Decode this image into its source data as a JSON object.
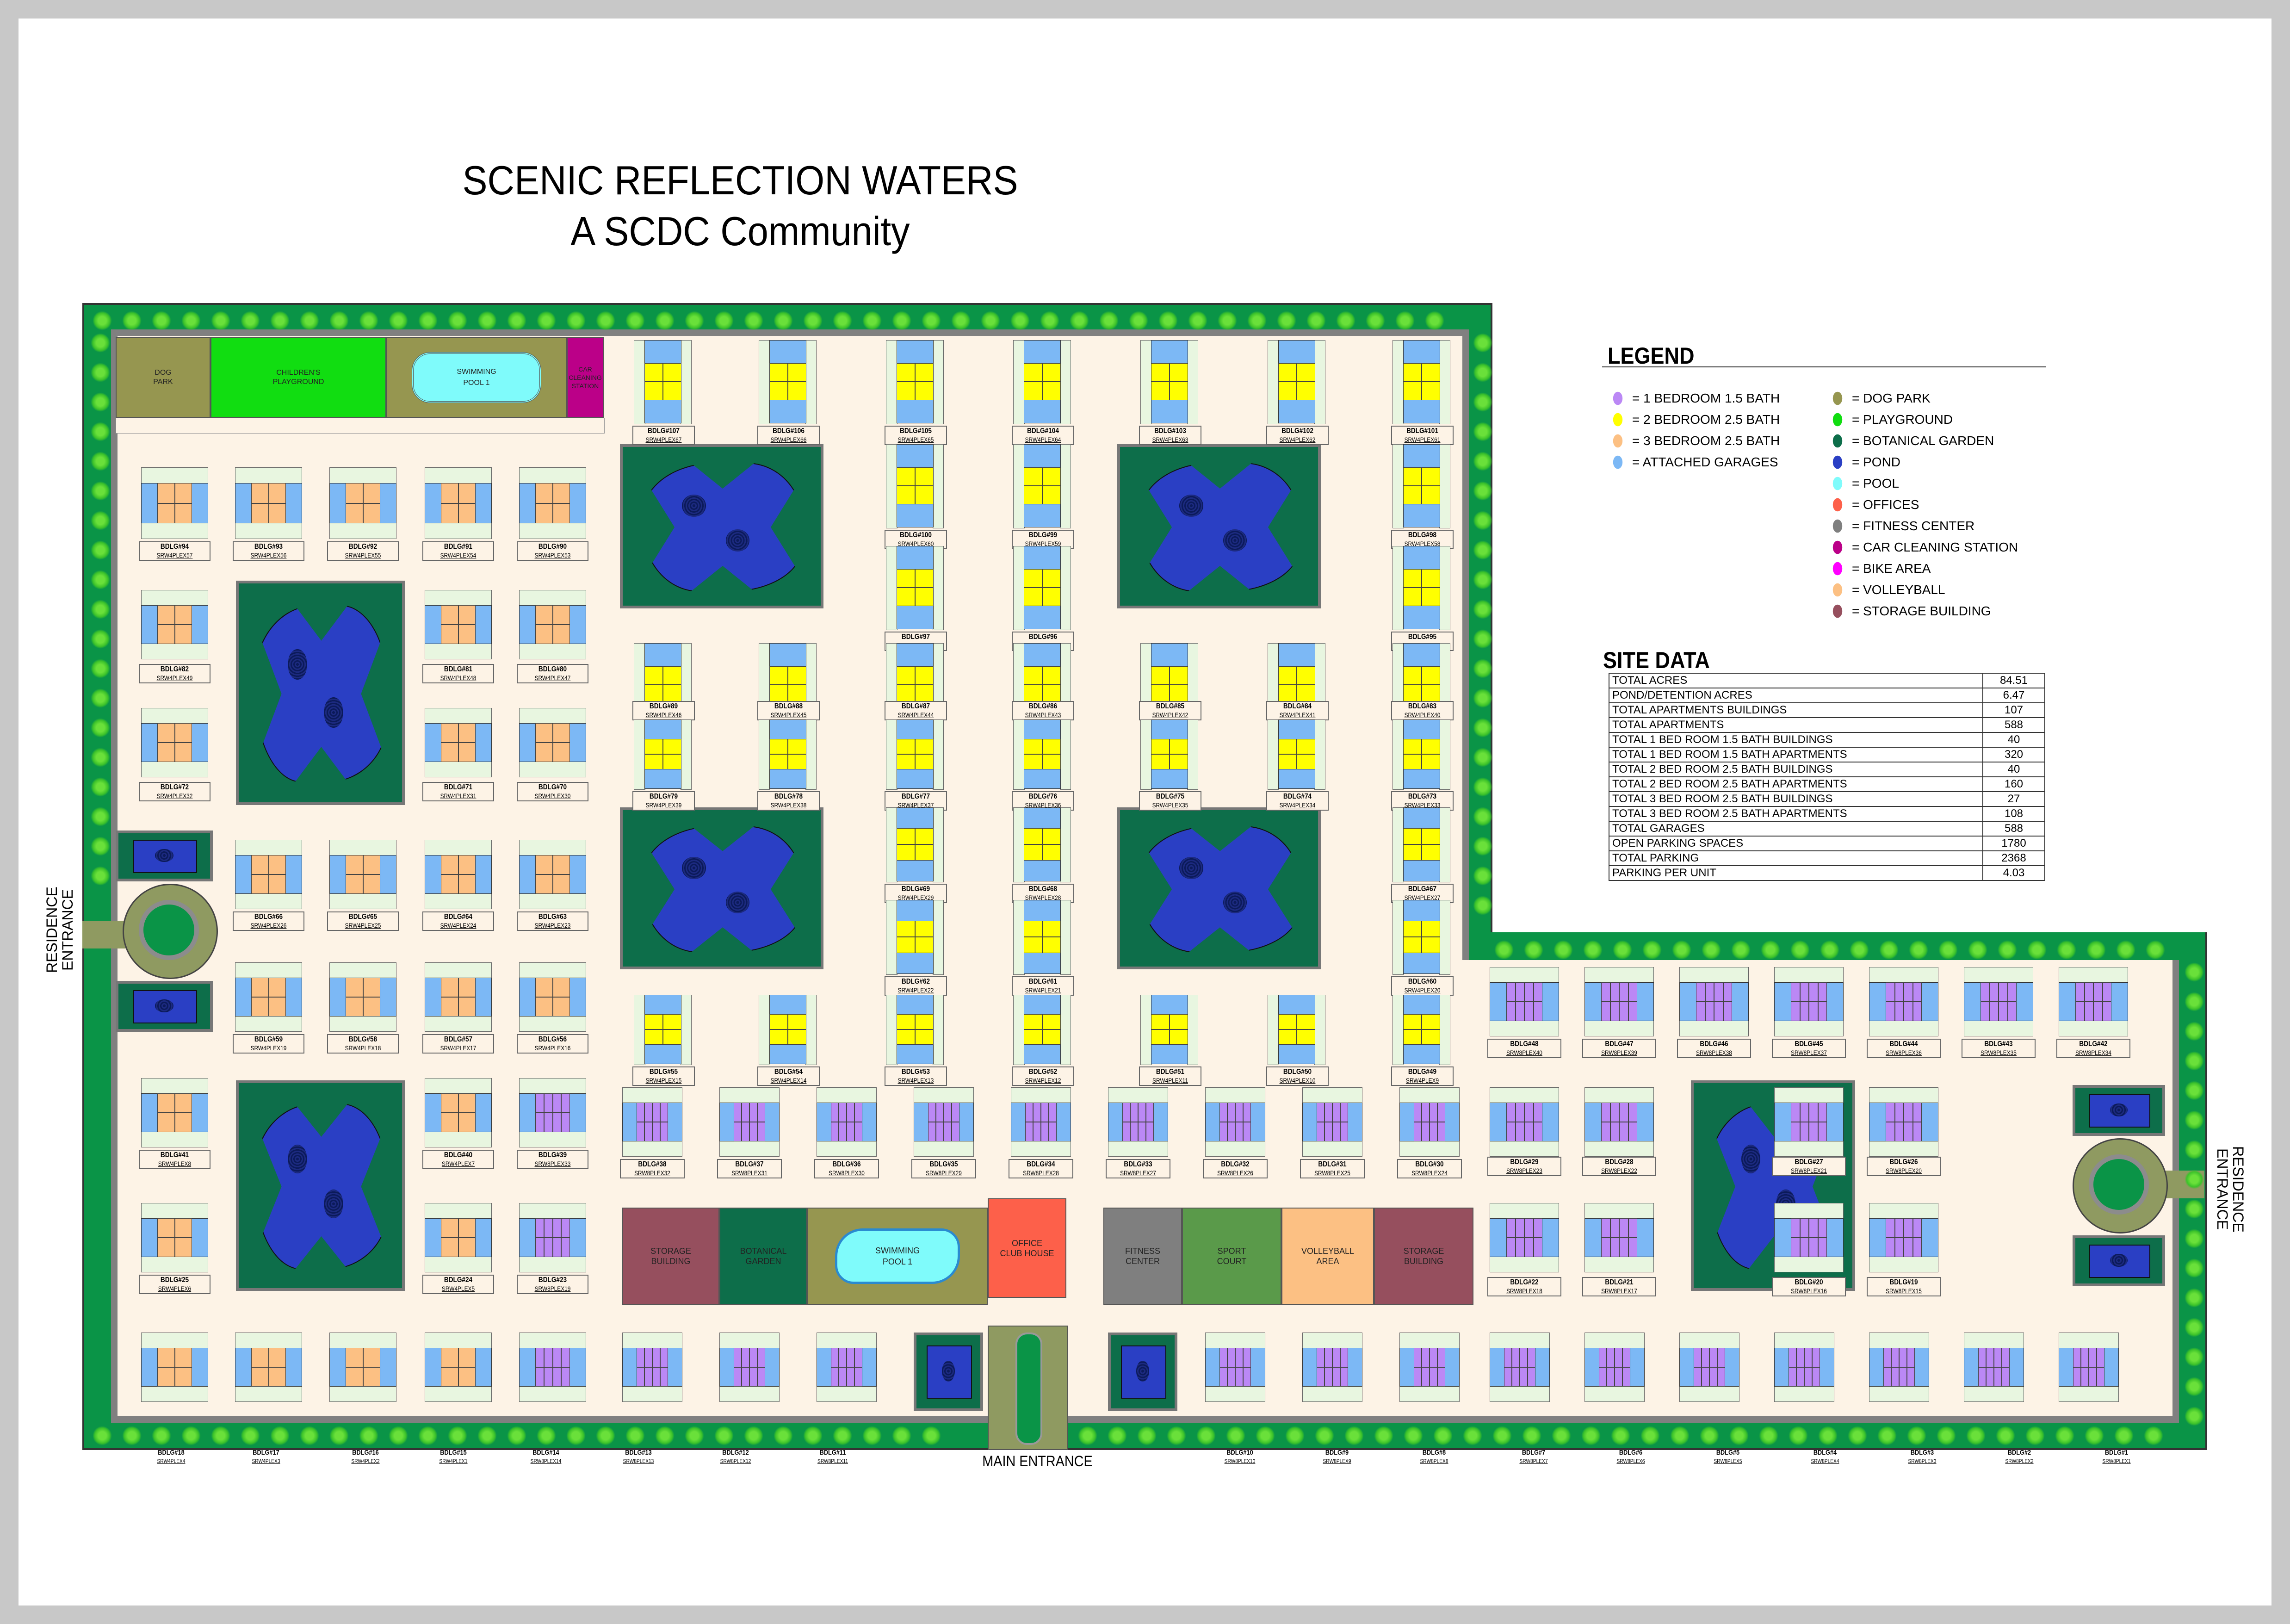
{
  "title": "SCENIC REFLECTION WATERS",
  "subtitle": "A SCDC Community",
  "colors": {
    "one_bed": "#bb88f5",
    "two_bed": "#ffff00",
    "three_bed": "#fcc083",
    "garage": "#7cb8f5",
    "dog_park": "#969650",
    "playground": "#11dd11",
    "botanical_garden": "#0d6e4a",
    "pond": "#2a3fc4",
    "pool": "#7ffbfb",
    "offices": "#fd604a",
    "fitness_center": "#7f7f7f",
    "car_cleaning": "#bb0088",
    "bike_area": "#ff00ff",
    "volleyball": "#fcc083",
    "storage_building": "#964f5e",
    "site_green": "#0a9447",
    "road": "#808080",
    "paving": "#fdf3e6",
    "entrance_drive": "#8f9a61"
  },
  "legend": {
    "title": "LEGEND",
    "left": [
      {
        "label": "= 1 BEDROOM 1.5 BATH",
        "color": "#bb88f5"
      },
      {
        "label": "= 2 BEDROOM 2.5 BATH",
        "color": "#ffff00"
      },
      {
        "label": "= 3 BEDROOM 2.5 BATH",
        "color": "#fcc083"
      },
      {
        "label": "= ATTACHED GARAGES",
        "color": "#7cb8f5"
      }
    ],
    "right": [
      {
        "label": "= DOG PARK",
        "color": "#969650"
      },
      {
        "label": "= PLAYGROUND",
        "color": "#11dd11"
      },
      {
        "label": "= BOTANICAL GARDEN",
        "color": "#0d6e4a"
      },
      {
        "label": "= POND",
        "color": "#2a3fc4"
      },
      {
        "label": "= POOL",
        "color": "#7ffbfb"
      },
      {
        "label": "= OFFICES",
        "color": "#fd604a"
      },
      {
        "label": "= FITNESS CENTER",
        "color": "#7f7f7f"
      },
      {
        "label": "= CAR CLEANING STATION",
        "color": "#bb0088"
      },
      {
        "label": "= BIKE AREA",
        "color": "#ff00ff"
      },
      {
        "label": "= VOLLEYBALL",
        "color": "#fcc083"
      },
      {
        "label": "= STORAGE BUILDING",
        "color": "#964f5e"
      }
    ]
  },
  "site_data": {
    "title": "SITE DATA",
    "rows": [
      {
        "label": "TOTAL ACRES",
        "value": "84.51"
      },
      {
        "label": "POND/DETENTION ACRES",
        "value": "6.47"
      },
      {
        "label": "TOTAL APARTMENTS BUILDINGS",
        "value": "107"
      },
      {
        "label": "TOTAL APARTMENTS",
        "value": "588"
      },
      {
        "label": "TOTAL 1 BED ROOM 1.5 BATH BUILDINGS",
        "value": "40"
      },
      {
        "label": "TOTAL 1 BED ROOM 1.5 BATH APARTMENTS",
        "value": "320"
      },
      {
        "label": "TOTAL 2 BED ROOM 2.5 BATH BUILDINGS",
        "value": "40"
      },
      {
        "label": "TOTAL 2 BED ROOM 2.5 BATH APARTMENTS",
        "value": "160"
      },
      {
        "label": "TOTAL 3 BED ROOM 2.5 BATH BUILDINGS",
        "value": "27"
      },
      {
        "label": "TOTAL 3 BED ROOM 2.5 BATH APARTMENTS",
        "value": "108"
      },
      {
        "label": "TOTAL GARAGES",
        "value": "588"
      },
      {
        "label": "OPEN PARKING SPACES",
        "value": "1780"
      },
      {
        "label": "TOTAL PARKING",
        "value": "2368"
      },
      {
        "label": "PARKING PER UNIT",
        "value": "4.03"
      }
    ]
  },
  "amenities_top": [
    {
      "label": "DOG\nPARK",
      "color": "#969650"
    },
    {
      "label": "CHILDREN'S\nPLAYGROUND",
      "color": "#11dd11"
    },
    {
      "label": "SWIMMING\nPOOL 1",
      "color": "#969650"
    },
    {
      "label": "CAR\nCLEANING\nSTATION",
      "color": "#bb0088"
    }
  ],
  "amenities_bottom": [
    {
      "label": "STORAGE\nBUILDING",
      "color": "#964f5e"
    },
    {
      "label": "BOTANICAL\nGARDEN",
      "color": "#0d6e4a"
    },
    {
      "label": "SWIMMING\nPOOL 1",
      "color": "#969650"
    },
    {
      "label": "OFFICE\nCLUB HOUSE",
      "color": "#fd604a"
    },
    {
      "label": "FITNESS\nCENTER",
      "color": "#7f7f7f"
    },
    {
      "label": "SPORT\nCOURT",
      "color": "#5a9a4a"
    },
    {
      "label": "VOLLEYBALL\nAREA",
      "color": "#fcc083"
    },
    {
      "label": "STORAGE\nBUILDING",
      "color": "#964f5e"
    }
  ],
  "entrances": {
    "main": "MAIN ENTRANCE",
    "residence_left": "RESIDENCE ENTRANCE",
    "residence_right": "RESIDENCE ENTRANCE"
  },
  "buildings_left": [
    {
      "name": "BDLG#94",
      "code": "SRW4PLEX57"
    },
    {
      "name": "BDLG#93",
      "code": "SRW4PLEX56"
    },
    {
      "name": "BDLG#92",
      "code": "SRW4PLEX55"
    },
    {
      "name": "BDLG#91",
      "code": "SRW4PLEX54"
    },
    {
      "name": "BDLG#90",
      "code": "SRW4PLEX53"
    },
    {
      "name": "BDLG#82",
      "code": "SRW4PLEX49"
    },
    {
      "name": "BDLG#81",
      "code": "SRW4PLEX48"
    },
    {
      "name": "BDLG#80",
      "code": "SRW4PLEX47"
    },
    {
      "name": "BDLG#72",
      "code": "SRW4PLEX32"
    },
    {
      "name": "BDLG#71",
      "code": "SRW4PLEX31"
    },
    {
      "name": "BDLG#70",
      "code": "SRW4PLEX30"
    },
    {
      "name": "BDLG#66",
      "code": "SRW4PLEX26"
    },
    {
      "name": "BDLG#65",
      "code": "SRW4PLEX25"
    },
    {
      "name": "BDLG#64",
      "code": "SRW4PLEX24"
    },
    {
      "name": "BDLG#63",
      "code": "SRW4PLEX23"
    },
    {
      "name": "BDLG#59",
      "code": "SRW4PLEX19"
    },
    {
      "name": "BDLG#58",
      "code": "SRW4PLEX18"
    },
    {
      "name": "BDLG#57",
      "code": "SRW4PLEX17"
    },
    {
      "name": "BDLG#56",
      "code": "SRW4PLEX16"
    },
    {
      "name": "BDLG#41",
      "code": "SRW4PLEX8"
    },
    {
      "name": "BDLG#40",
      "code": "SRW4PLEX7"
    },
    {
      "name": "BDLG#39",
      "code": "SRW8PLEX33"
    },
    {
      "name": "BDLG#25",
      "code": "SRW4PLEX6"
    },
    {
      "name": "BDLG#24",
      "code": "SRW4PLEX5"
    },
    {
      "name": "BDLG#23",
      "code": "SRW8PLEX19"
    }
  ],
  "buildings_center": [
    {
      "name": "BDLG#107",
      "code": "SRW4PLEX67"
    },
    {
      "name": "BDLG#106",
      "code": "SRW4PLEX66"
    },
    {
      "name": "BDLG#105",
      "code": "SRW4PLEX65"
    },
    {
      "name": "BDLG#104",
      "code": "SRW4PLEX64"
    },
    {
      "name": "BDLG#103",
      "code": "SRW4PLEX63"
    },
    {
      "name": "BDLG#102",
      "code": "SRW4PLEX62"
    },
    {
      "name": "BDLG#101",
      "code": "SRW4PLEX61"
    },
    {
      "name": "BDLG#100",
      "code": "SRW4PLEX60"
    },
    {
      "name": "BDLG#99",
      "code": "SRW4PLEX59"
    },
    {
      "name": "BDLG#98",
      "code": "SRW4PLEX58"
    },
    {
      "name": "BDLG#97",
      "code": "SRW4PLEX52"
    },
    {
      "name": "BDLG#96",
      "code": "SRW4PLEX51"
    },
    {
      "name": "BDLG#95",
      "code": "SRW4PLEX50"
    },
    {
      "name": "BDLG#89",
      "code": "SRW4PLEX46"
    },
    {
      "name": "BDLG#88",
      "code": "SRW4PLEX45"
    },
    {
      "name": "BDLG#87",
      "code": "SRW4PLEX44"
    },
    {
      "name": "BDLG#86",
      "code": "SRW4PLEX43"
    },
    {
      "name": "BDLG#85",
      "code": "SRW4PLEX42"
    },
    {
      "name": "BDLG#84",
      "code": "SRW4PLEX41"
    },
    {
      "name": "BDLG#83",
      "code": "SRW4PLEX40"
    },
    {
      "name": "BDLG#79",
      "code": "SRW4PLEX39"
    },
    {
      "name": "BDLG#78",
      "code": "SRW4PLEX38"
    },
    {
      "name": "BDLG#77",
      "code": "SRW4PLEX37"
    },
    {
      "name": "BDLG#76",
      "code": "SRW4PLEX36"
    },
    {
      "name": "BDLG#75",
      "code": "SRW4PLEX35"
    },
    {
      "name": "BDLG#74",
      "code": "SRW4PLEX34"
    },
    {
      "name": "BDLG#73",
      "code": "SRW4PLEX33"
    },
    {
      "name": "BDLG#69",
      "code": "SRW4PLEX29"
    },
    {
      "name": "BDLG#68",
      "code": "SRW4PLEX28"
    },
    {
      "name": "BDLG#67",
      "code": "SRW4PLEX27"
    },
    {
      "name": "BDLG#62",
      "code": "SRW4PLEX22"
    },
    {
      "name": "BDLG#61",
      "code": "SRW4PLEX21"
    },
    {
      "name": "BDLG#60",
      "code": "SRW4PLEX20"
    },
    {
      "name": "BDLG#55",
      "code": "SRW4PLEX15"
    },
    {
      "name": "BDLG#54",
      "code": "SRW4PLEX14"
    },
    {
      "name": "BDLG#53",
      "code": "SRW4PLEX13"
    },
    {
      "name": "BDLG#52",
      "code": "SRW4PLEX12"
    },
    {
      "name": "BDLG#51",
      "code": "SRW4PLEX11"
    },
    {
      "name": "BDLG#50",
      "code": "SRW4PLEX10"
    },
    {
      "name": "BDLG#49",
      "code": "SRW4PLEX9"
    }
  ],
  "buildings_lower": [
    {
      "name": "BDLG#38",
      "code": "SRW8PLEX32"
    },
    {
      "name": "BDLG#37",
      "code": "SRW8PLEX31"
    },
    {
      "name": "BDLG#36",
      "code": "SRW8PLEX30"
    },
    {
      "name": "BDLG#35",
      "code": "SRW8PLEX29"
    },
    {
      "name": "BDLG#34",
      "code": "SRW8PLEX28"
    },
    {
      "name": "BDLG#33",
      "code": "SRW8PLEX27"
    },
    {
      "name": "BDLG#32",
      "code": "SRW8PLEX26"
    },
    {
      "name": "BDLG#31",
      "code": "SRW8PLEX25"
    },
    {
      "name": "BDLG#30",
      "code": "SRW8PLEX24"
    }
  ],
  "buildings_right": [
    {
      "name": "BDLG#48",
      "code": "SRW8PLEX40"
    },
    {
      "name": "BDLG#47",
      "code": "SRW8PLEX39"
    },
    {
      "name": "BDLG#46",
      "code": "SRW8PLEX38"
    },
    {
      "name": "BDLG#45",
      "code": "SRW8PLEX37"
    },
    {
      "name": "BDLG#44",
      "code": "SRW8PLEX36"
    },
    {
      "name": "BDLG#43",
      "code": "SRW8PLEX35"
    },
    {
      "name": "BDLG#42",
      "code": "SRW8PLEX34"
    },
    {
      "name": "BDLG#29",
      "code": "SRW8PLEX23"
    },
    {
      "name": "BDLG#28",
      "code": "SRW8PLEX22"
    },
    {
      "name": "BDLG#27",
      "code": "SRW8PLEX21"
    },
    {
      "name": "BDLG#26",
      "code": "SRW8PLEX20"
    },
    {
      "name": "BDLG#22",
      "code": "SRW8PLEX18"
    },
    {
      "name": "BDLG#21",
      "code": "SRW8PLEX17"
    },
    {
      "name": "BDLG#20",
      "code": "SRW8PLEX16"
    },
    {
      "name": "BDLG#19",
      "code": "SRW8PLEX15"
    }
  ],
  "buildings_bottom": [
    {
      "name": "BDLG#18",
      "code": "SRW4PLEX4"
    },
    {
      "name": "BDLG#17",
      "code": "SRW4PLEX3"
    },
    {
      "name": "BDLG#16",
      "code": "SRW4PLEX2"
    },
    {
      "name": "BDLG#15",
      "code": "SRW4PLEX1"
    },
    {
      "name": "BDLG#14",
      "code": "SRW8PLEX14"
    },
    {
      "name": "BDLG#13",
      "code": "SRW8PLEX13"
    },
    {
      "name": "BDLG#12",
      "code": "SRW8PLEX12"
    },
    {
      "name": "BDLG#11",
      "code": "SRW8PLEX11"
    },
    {
      "name": "BDLG#10",
      "code": "SRW8PLEX10"
    },
    {
      "name": "BDLG#9",
      "code": "SRW8PLEX9"
    },
    {
      "name": "BDLG#8",
      "code": "SRW8PLEX8"
    },
    {
      "name": "BDLG#7",
      "code": "SRW8PLEX7"
    },
    {
      "name": "BDLG#6",
      "code": "SRW8PLEX6"
    },
    {
      "name": "BDLG#5",
      "code": "SRW8PLEX5"
    },
    {
      "name": "BDLG#4",
      "code": "SRW8PLEX4"
    },
    {
      "name": "BDLG#3",
      "code": "SRW8PLEX3"
    },
    {
      "name": "BDLG#2",
      "code": "SRW8PLEX2"
    },
    {
      "name": "BDLG#1",
      "code": "SRW8PLEX1"
    }
  ]
}
